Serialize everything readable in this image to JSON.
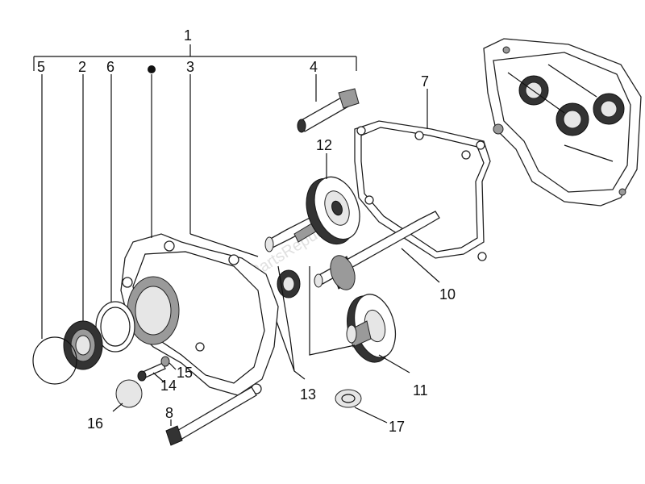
{
  "labels": {
    "p1": "1",
    "p2": "2",
    "p3": "3",
    "p4": "4",
    "p5": "5",
    "p6": "6",
    "p7": "7",
    "p8": "8",
    "p10": "10",
    "p11": "11",
    "p12": "12",
    "p13": "13",
    "p14": "14",
    "p15": "15",
    "p16": "16",
    "p17": "17"
  },
  "watermark": "PartsRepublik",
  "colors": {
    "ink": "#111111",
    "metal_dark": "#333333",
    "metal_mid": "#9a9a9a"
  }
}
